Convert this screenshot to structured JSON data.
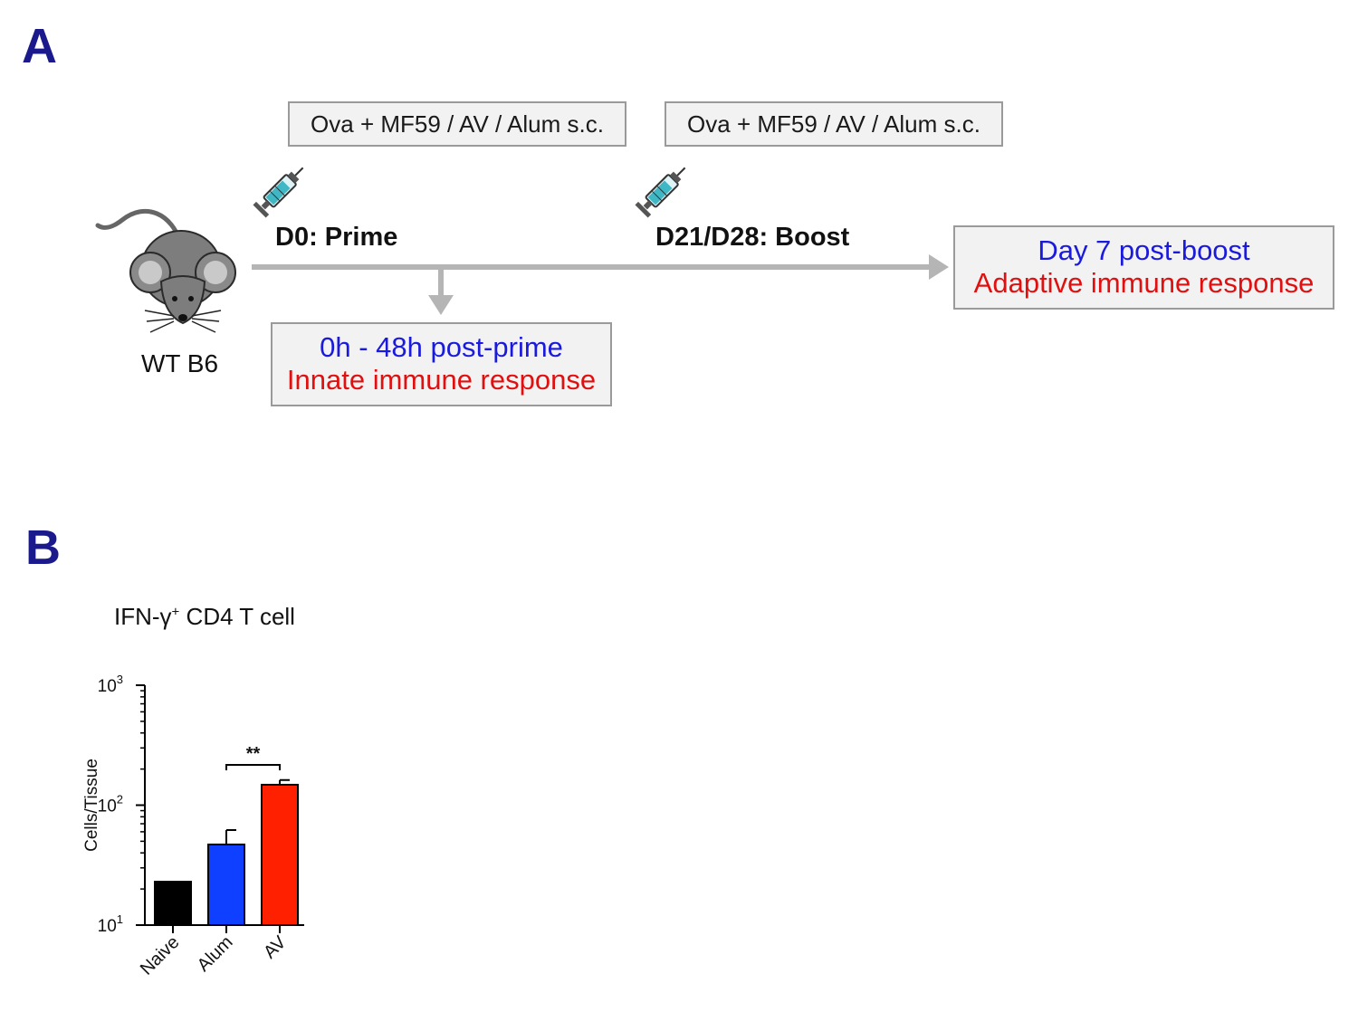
{
  "panel_a": {
    "letter": "A",
    "mouse_label": "WT B6",
    "injection_boxes": [
      {
        "text": "Ova + MF59 / AV / Alum s.c."
      },
      {
        "text": "Ova + MF59 / AV / Alum s.c."
      }
    ],
    "steps": [
      {
        "label": "D0: Prime"
      },
      {
        "label": "D21/D28: Boost"
      }
    ],
    "innate_box": {
      "time": "0h - 48h post-prime",
      "response": "Innate immune response"
    },
    "adaptive_box": {
      "time": "Day 7 post-boost",
      "response": "Adaptive immune response"
    },
    "colors": {
      "timeline": "#b5b5b5",
      "time_text": "#1a1adc",
      "response_text": "#e01010"
    }
  },
  "panel_b": {
    "letter": "B",
    "title": "IFN-γ",
    "title_superscript": "+",
    "title_rest": " CD4 T cell"
  },
  "chart_data": {
    "type": "bar",
    "categories": [
      "Naive",
      "Alum",
      "AV"
    ],
    "values": [
      23,
      47,
      148
    ],
    "error_upper": [
      null,
      62,
      162
    ],
    "colors": [
      "#000000",
      "#1040ff",
      "#ff2000"
    ],
    "ylabel": "Cells/Tissue",
    "yscale": "log",
    "ylim": [
      10,
      1000
    ],
    "ytick_base": "10",
    "ytick_exponents": [
      "1",
      "2",
      "3"
    ],
    "significance": {
      "between": [
        "Alum",
        "AV"
      ],
      "label": "**"
    }
  }
}
